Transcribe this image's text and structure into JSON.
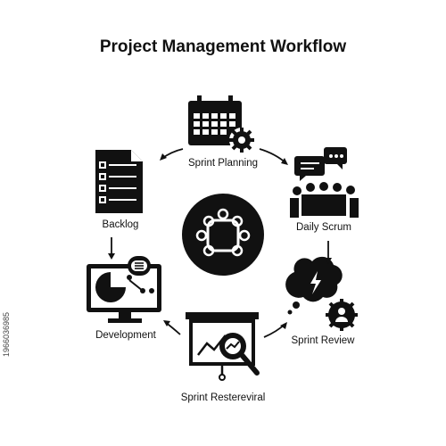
{
  "title": "Project Management Workflow",
  "center_icon": "team-meeting-icon",
  "steps": [
    {
      "label": "Sprint Planning",
      "icon": "calendar-gear-icon"
    },
    {
      "label": "Daily Scrum",
      "icon": "meeting-chat-icon"
    },
    {
      "label": "Sprint Review",
      "icon": "thought-bubble-lightning-icon"
    },
    {
      "label": "Sprint Restereviral",
      "icon": "presentation-magnifier-icon"
    },
    {
      "label": "Development",
      "icon": "monitor-chart-icon"
    },
    {
      "label": "Backlog",
      "icon": "checklist-document-icon"
    }
  ],
  "colors": {
    "ink": "#111111",
    "background": "#ffffff"
  },
  "side_id": "1966036985"
}
